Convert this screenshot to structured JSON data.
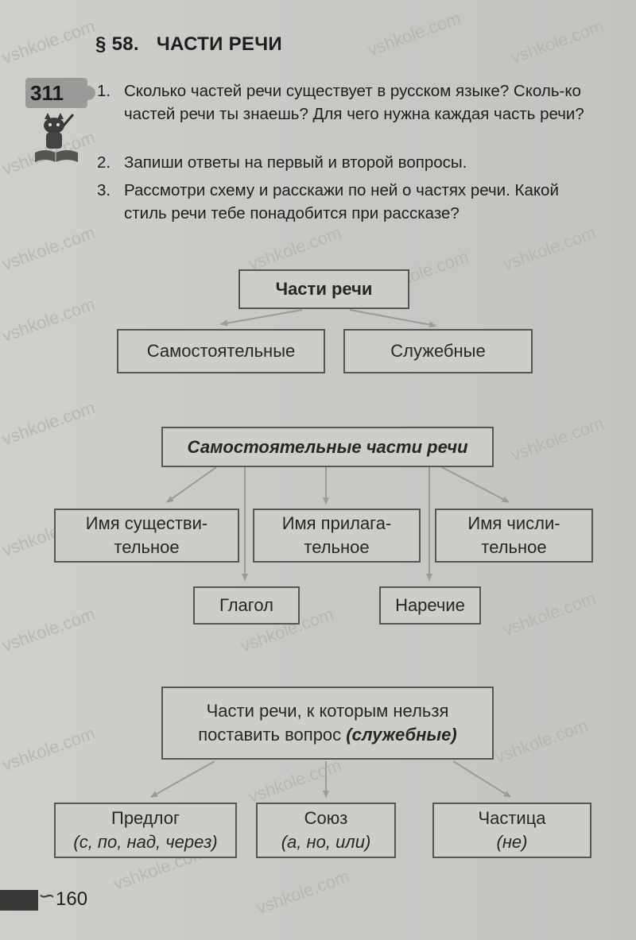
{
  "section": {
    "number": "§ 58.",
    "title": "ЧАСТИ РЕЧИ"
  },
  "exercise": {
    "number": "311",
    "icon": "cat-reading-book-icon"
  },
  "questions": [
    {
      "num": "1.",
      "text": "Сколько частей речи существует в русском языке? Сколь-ко частей речи ты знаешь? Для чего нужна каждая часть речи?"
    },
    {
      "num": "2.",
      "text": "Запиши ответы на первый и второй вопросы."
    },
    {
      "num": "3.",
      "text": "Рассмотри схему и расскажи по ней о частях речи. Какой стиль речи тебе понадобится при рассказе?"
    }
  ],
  "scheme1": {
    "root": "Части речи",
    "children": [
      "Самостоятельные",
      "Служебные"
    ]
  },
  "scheme2": {
    "root": "Самостоятельные части речи",
    "row1": [
      {
        "line1": "Имя существи-",
        "line2": "тельное"
      },
      {
        "line1": "Имя прилага-",
        "line2": "тельное"
      },
      {
        "line1": "Имя числи-",
        "line2": "тельное"
      }
    ],
    "row2": [
      "Глагол",
      "Наречие"
    ]
  },
  "scheme3": {
    "root_line1": "Части речи, к которым нельзя",
    "root_line2_plain": "поставить вопрос ",
    "root_line2_emph": "(служебные)",
    "children": [
      {
        "name": "Предлог",
        "examples": "(с, по, над, через)"
      },
      {
        "name": "Союз",
        "examples": "(а, но, или)"
      },
      {
        "name": "Частица",
        "examples": "(не)"
      }
    ]
  },
  "watermark": "vshkole.com",
  "page_number": "160",
  "colors": {
    "background": "#c9c9c6",
    "border": "#555555",
    "arrow": "#9a9a98",
    "text": "#1e1e1e"
  }
}
